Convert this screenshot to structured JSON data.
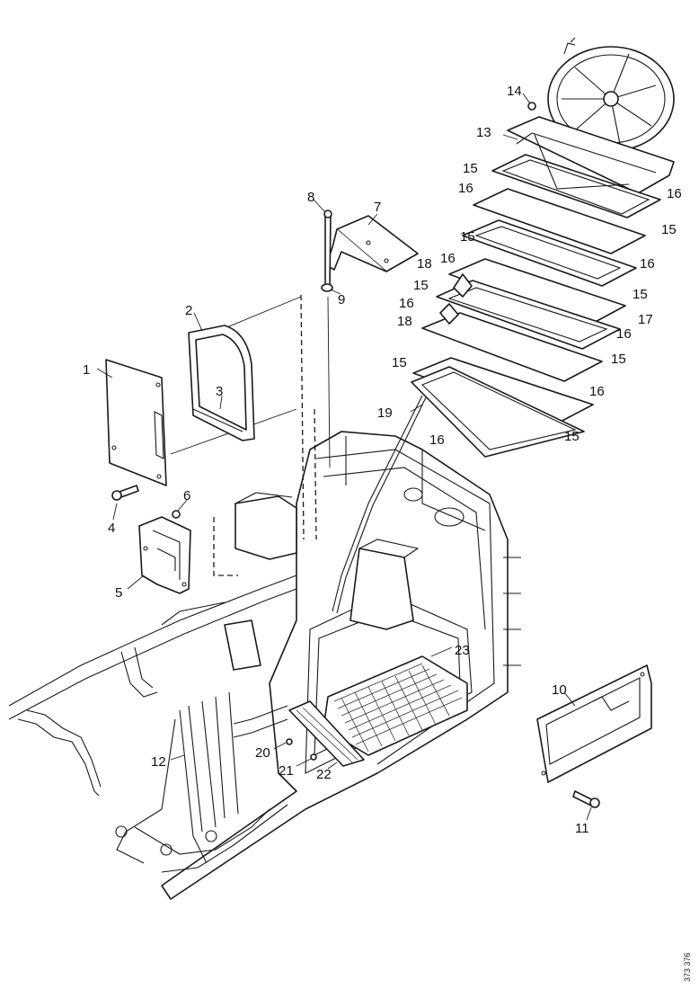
{
  "callouts": [
    {
      "id": "1",
      "label": "1"
    },
    {
      "id": "2",
      "label": "2"
    },
    {
      "id": "3",
      "label": "3"
    },
    {
      "id": "4",
      "label": "4"
    },
    {
      "id": "5",
      "label": "5"
    },
    {
      "id": "6",
      "label": "6"
    },
    {
      "id": "7",
      "label": "7"
    },
    {
      "id": "8",
      "label": "8"
    },
    {
      "id": "9",
      "label": "9"
    },
    {
      "id": "10",
      "label": "10"
    },
    {
      "id": "11",
      "label": "11"
    },
    {
      "id": "12",
      "label": "12"
    },
    {
      "id": "13",
      "label": "13"
    },
    {
      "id": "14",
      "label": "14"
    },
    {
      "id": "15a",
      "label": "15"
    },
    {
      "id": "15b",
      "label": "15"
    },
    {
      "id": "15c",
      "label": "15"
    },
    {
      "id": "15d",
      "label": "15"
    },
    {
      "id": "15e",
      "label": "15"
    },
    {
      "id": "15f",
      "label": "15"
    },
    {
      "id": "15g",
      "label": "15"
    },
    {
      "id": "15h",
      "label": "15"
    },
    {
      "id": "16a",
      "label": "16"
    },
    {
      "id": "16b",
      "label": "16"
    },
    {
      "id": "16c",
      "label": "16"
    },
    {
      "id": "16d",
      "label": "16"
    },
    {
      "id": "16e",
      "label": "16"
    },
    {
      "id": "16f",
      "label": "16"
    },
    {
      "id": "16g",
      "label": "16"
    },
    {
      "id": "16h",
      "label": "16"
    },
    {
      "id": "17",
      "label": "17"
    },
    {
      "id": "18a",
      "label": "18"
    },
    {
      "id": "18b",
      "label": "18"
    },
    {
      "id": "19",
      "label": "19"
    },
    {
      "id": "20",
      "label": "20"
    },
    {
      "id": "21",
      "label": "21"
    },
    {
      "id": "22",
      "label": "22"
    },
    {
      "id": "23",
      "label": "23"
    }
  ],
  "reference_number": "373 376"
}
